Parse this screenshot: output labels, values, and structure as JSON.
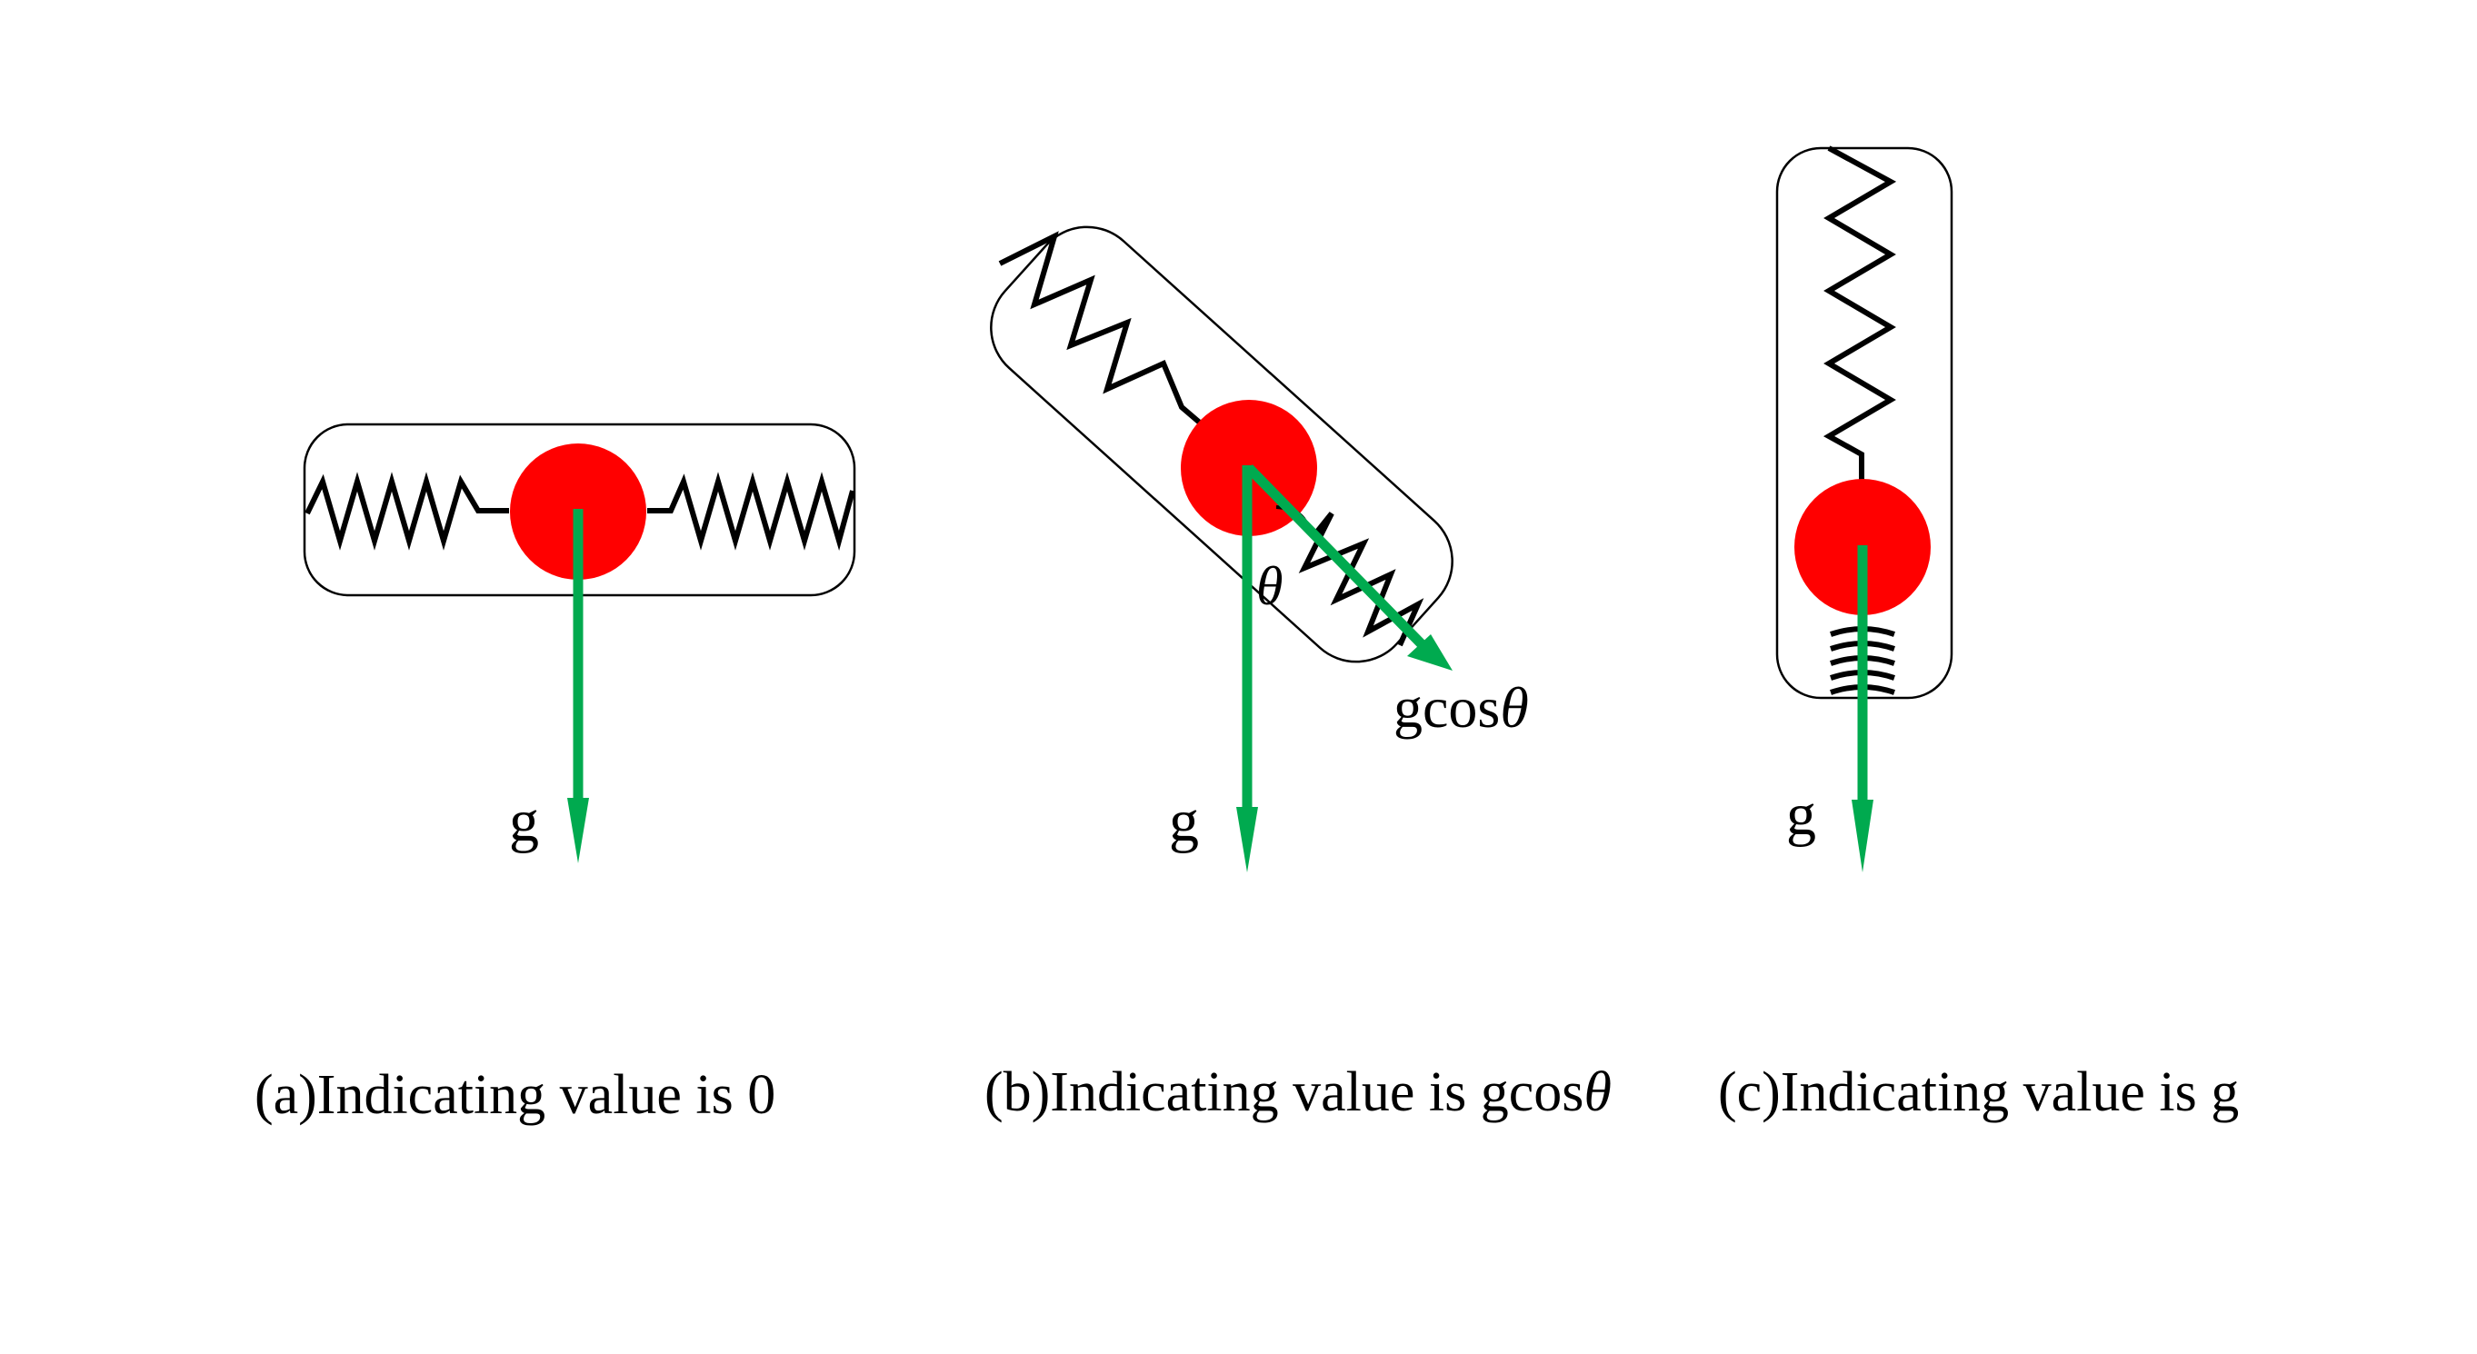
{
  "panels": [
    {
      "id": "a",
      "vector_labels": [
        "g"
      ],
      "caption": {
        "prefix": "(a)Indicating value is ",
        "value": "0"
      }
    },
    {
      "id": "b",
      "angle_symbol": "θ",
      "vector_labels": [
        "g",
        "gcos",
        "θ"
      ],
      "caption": {
        "prefix": "(b)Indicating value is ",
        "value": "gcos",
        "symbol": "θ"
      }
    },
    {
      "id": "c",
      "vector_labels": [
        "g"
      ],
      "caption": {
        "prefix": "(c)Indicating value is ",
        "value": "g"
      }
    }
  ],
  "colors": {
    "mass": "#ff0000",
    "vector": "#00aa4f",
    "spring": "#000000",
    "housing": "#000000"
  }
}
